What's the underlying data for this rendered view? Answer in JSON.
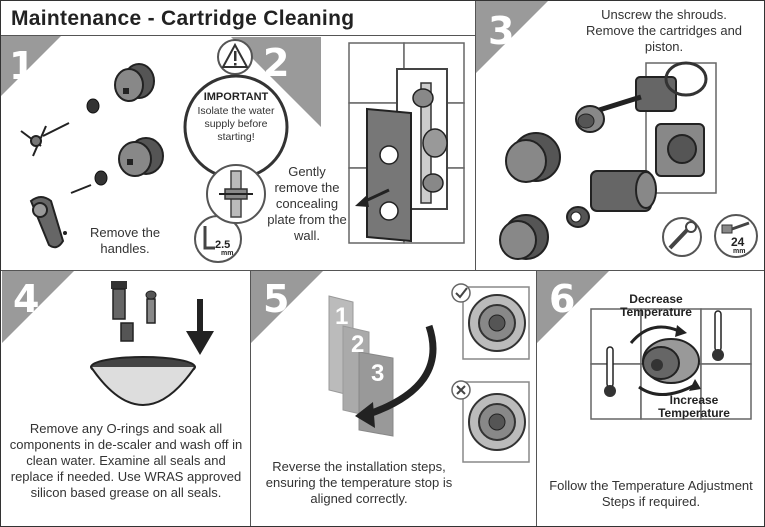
{
  "title": "Maintenance - Cartridge Cleaning",
  "steps": {
    "s1": {
      "number": "1",
      "text": "Remove the handles.",
      "tool_size": "2.5",
      "tool_unit": "mm"
    },
    "s2": {
      "number": "2",
      "warning_title": "IMPORTANT",
      "warning_text": "Isolate the water supply before starting!",
      "text": "Gently remove the concealing plate from the wall."
    },
    "s3": {
      "number": "3",
      "text": "Unscrew the shrouds. Remove the cartridges and piston.",
      "tool_size": "24",
      "tool_unit": "mm"
    },
    "s4": {
      "number": "4",
      "text": "Remove any O-rings and soak all components in de-scaler and wash off in clean water. Examine all seals and replace if needed. Use WRAS approved silicon based grease on all seals."
    },
    "s5": {
      "number": "5",
      "sequence": [
        "1",
        "2",
        "3"
      ],
      "text": "Reverse the installation steps, ensuring the temperature stop is aligned correctly."
    },
    "s6": {
      "number": "6",
      "decrease_label": "Decrease Temperature",
      "increase_label": "Increase Temperature",
      "text": "Follow the Temperature Adjustment Steps if required."
    }
  },
  "colors": {
    "badge": "#9a9a9a",
    "line": "#555555",
    "dark_part": "#3a3a3a",
    "mid_part": "#777777"
  }
}
